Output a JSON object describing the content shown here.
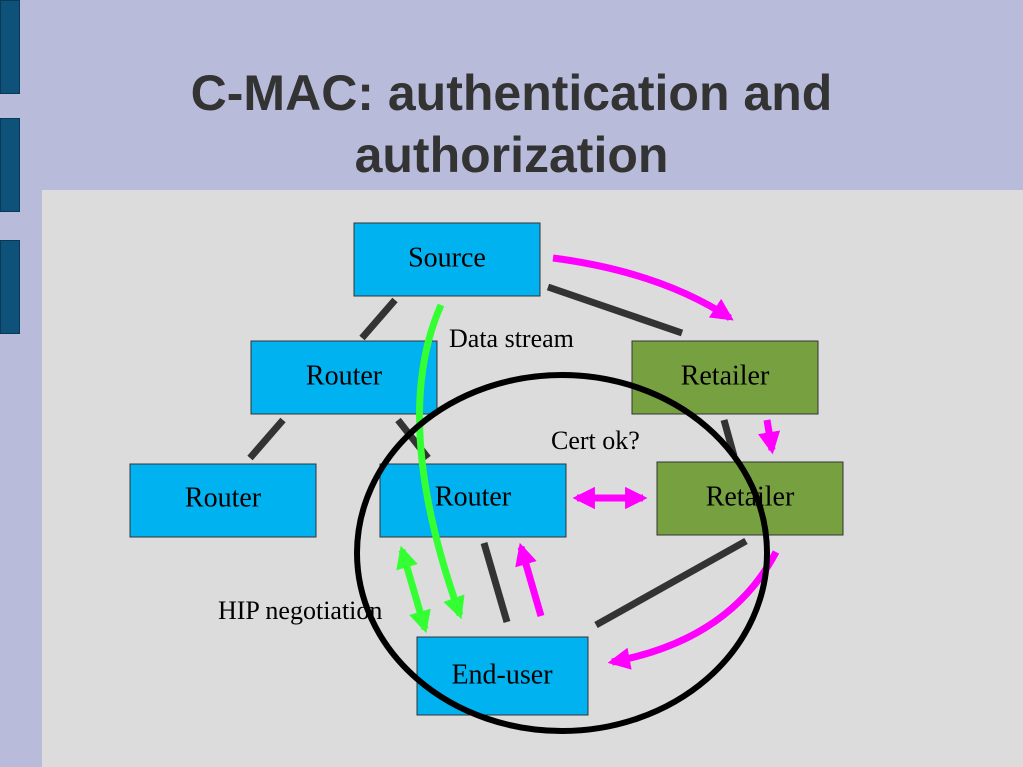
{
  "slide": {
    "title_line1": "C-MAC: authentication and",
    "title_line2": "authorization"
  },
  "diagram": {
    "nodes": {
      "source": "Source",
      "router_mid": "Router",
      "retailer_top": "Retailer",
      "router_left": "Router",
      "router_center": "Router",
      "retailer_bottom": "Retailer",
      "end_user": "End-user"
    },
    "annotations": {
      "data_stream": "Data stream",
      "cert_ok": "Cert ok?",
      "hip_negotiation": "HIP negotiation"
    }
  },
  "colors": {
    "router_fill": "#00b2f0",
    "retailer_fill": "#77a040",
    "link": "#333333",
    "magenta_arrow": "#ff00ff",
    "green_arrow": "#33ff33"
  }
}
